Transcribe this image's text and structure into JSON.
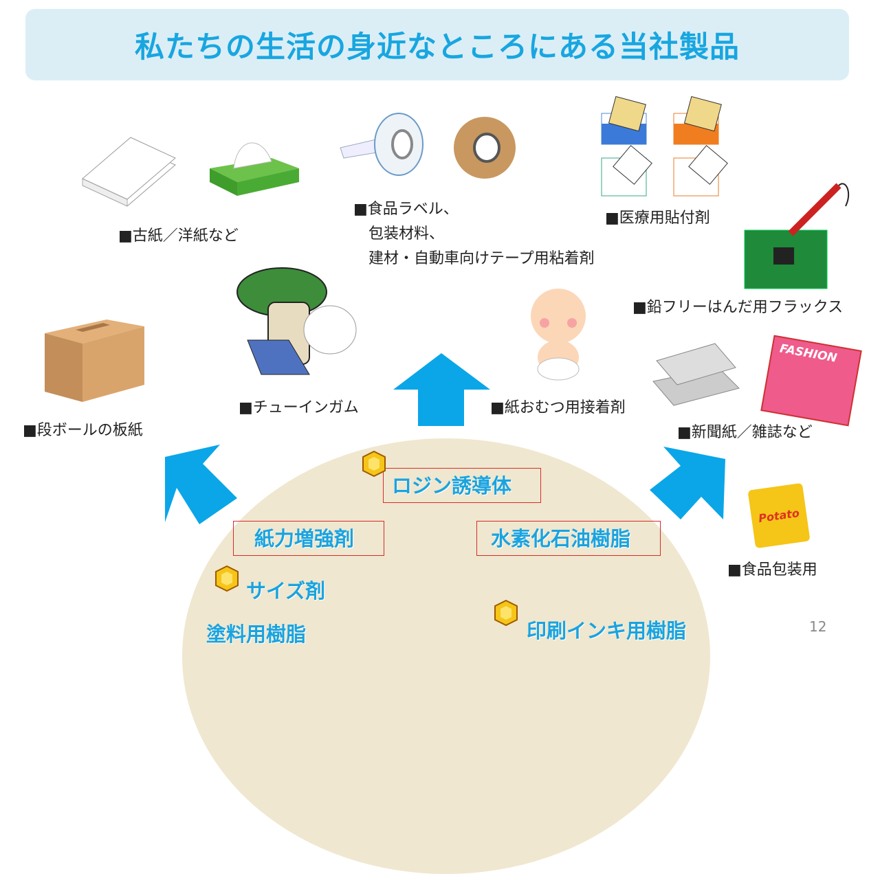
{
  "title": "私たちの生活の身近なところにある当社製品",
  "products": {
    "used_paper": "■古紙／洋紙など",
    "label_line1": "■食品ラベル、",
    "label_line2": "包装材料、",
    "label_line3": "建材・自動車向けテープ用粘着剤",
    "medical": "■医療用貼付剤",
    "flux": "■鉛フリーはんだ用フラックス",
    "cardboard": "■段ボールの板紙",
    "gum": "■チューインガム",
    "diaper": "■紙おむつ用接着剤",
    "newspaper": "■新聞紙／雑誌など",
    "food_pack": "■食品包装用"
  },
  "chemicals": {
    "rosin": "ロジン誘導体",
    "paper_strength": "紙力増強剤",
    "hydrogenated": "水素化石油樹脂",
    "size": "サイズ剤",
    "paint": "塗料用樹脂",
    "ink": "印刷インキ用樹脂"
  },
  "illustration_text": {
    "magazine": "FASHION",
    "chips": "Potato"
  },
  "page_number": "12",
  "colors": {
    "accent": "#18a6e0",
    "arrow": "#0aa6e8",
    "dome": "#efe7cf",
    "box": "#d62b2b"
  }
}
